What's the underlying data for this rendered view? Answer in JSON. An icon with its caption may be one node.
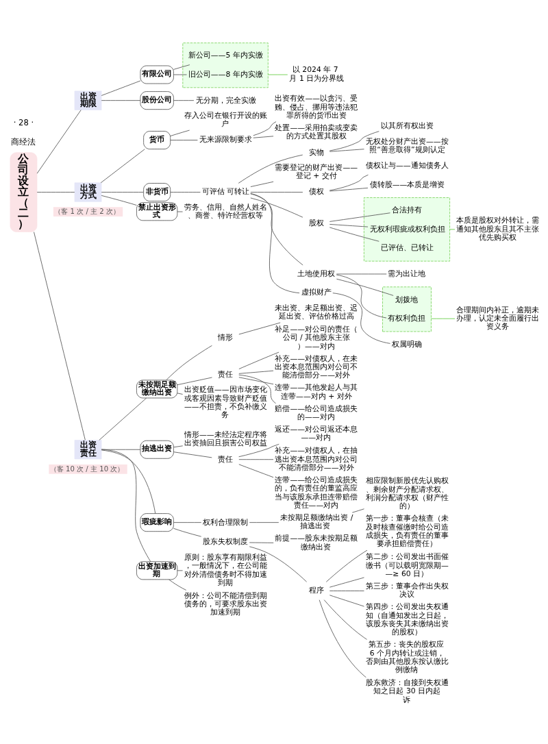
{
  "diagram": {
    "nodes": [
      {
        "text": [
          "公司设立（二）"
        ]
      },
      {
        "text": [
          "出资期限"
        ]
      },
      {
        "text": [
          "有限公司"
        ]
      },
      {
        "text": [],
        "shape": "box"
      },
      {
        "text": [
          "新公司——5 年内实缴"
        ],
        "in": 3
      },
      {
        "text": [
          "旧公司——8 年内实缴"
        ],
        "in": 3
      },
      {
        "text": [
          "以 2024 年 7 月 1 日为分界线"
        ]
      },
      {
        "text": [
          "股份公司"
        ]
      },
      {
        "text": [
          "无分期，完全实缴"
        ]
      },
      {
        "text": [
          "出资方式"
        ],
        "beside": [
          "（客 1 次 / 主 2 次）"
        ]
      },
      {
        "text": [
          "货币"
        ]
      },
      {
        "text": [
          "存入公司在银行开设的账户"
        ]
      },
      {
        "text": [
          "无来源限制要求"
        ]
      },
      {
        "text": [
          "出资有效——以贪污、受贿、侵占、挪用等违法犯罪所得的货币出资"
        ]
      },
      {
        "text": [
          "处置——采用拍卖或变卖的方式处置其股权"
        ]
      },
      {
        "text": [
          "非货币"
        ]
      },
      {
        "text": [
          "可评估 可转让"
        ]
      },
      {
        "text": [
          "实物"
        ]
      },
      {
        "text": [
          "以其所有权出资"
        ]
      },
      {
        "text": [
          "无权处分财产出资——按照“善意取得”规则认定"
        ]
      },
      {
        "text": [
          "需要登记的财产出资——登记 + 交付"
        ]
      },
      {
        "text": [
          "债权"
        ]
      },
      {
        "text": [
          "债权让与——通知债务人"
        ]
      },
      {
        "text": [
          "债转股——本质是增资"
        ]
      },
      {
        "text": [
          "股权"
        ]
      },
      {
        "text": [],
        "shape": "box"
      },
      {
        "text": [
          "合法持有"
        ],
        "in": 25
      },
      {
        "text": [
          "无权利瑕疵或权利负担"
        ],
        "in": 25
      },
      {
        "text": [
          "已评估、已转让"
        ],
        "in": 25
      },
      {
        "text": [
          "本质是股权对外转让，需通知其他股东且其不主张优先购买权"
        ]
      },
      {
        "text": [
          "土地使用权"
        ]
      },
      {
        "text": [
          "需为出让地"
        ]
      },
      {
        "text": [],
        "shape": "box"
      },
      {
        "text": [
          "划拨地"
        ],
        "in": 32
      },
      {
        "text": [
          "有权利负担"
        ],
        "in": 32
      },
      {
        "text": [
          "合理期间内补正，逾期未办理，认定未全面履行出资义务"
        ]
      },
      {
        "text": [
          "虚拟财产"
        ]
      },
      {
        "text": [
          "权属明确"
        ]
      },
      {
        "text": [
          "禁止出资形式"
        ]
      },
      {
        "text": [
          "劳务、信用、自然人姓名、商誉、特许经营权等"
        ]
      },
      {
        "text": [
          "出资责任"
        ],
        "beside": [
          "（客 10 次 / 主 10 次）"
        ]
      },
      {
        "text": [
          "未按期足额缴纳出资"
        ]
      },
      {
        "text": [
          "情形"
        ]
      },
      {
        "text": [
          "未出资、未足额出资、迟延出资、评估价格过高"
        ]
      },
      {
        "text": [
          "责任"
        ]
      },
      {
        "text": [
          "补足——对公司的责任（公司 / 其他股东主张）——对内"
        ]
      },
      {
        "text": [
          "补充——对债权人，在未出资本息范围内对公司不能清偿部分——对外"
        ]
      },
      {
        "text": [
          "连带——其他发起人与其连带——对内 + 对外"
        ]
      },
      {
        "text": [
          "赔偿——给公司造成损失的——对内"
        ]
      },
      {
        "text": [
          "出资贬值——因市场变化或客观因素导致财产贬值——不担责，不负补缴义务"
        ]
      },
      {
        "text": [
          "抽逃出资"
        ]
      },
      {
        "text": [
          "情形——未经法定程序将出资抽回且损害公司权益"
        ]
      },
      {
        "text": [
          "责任"
        ]
      },
      {
        "text": [
          "返还——对公司返还本息——对内"
        ]
      },
      {
        "text": [
          "补充——对债权人，在抽逃出资本息范围内对公司不能清偿部分——对外"
        ]
      },
      {
        "text": [
          "连带——给公司造成损失的，负有责任的董监高应当与该股东承担连带赔偿责任——对内"
        ]
      },
      {
        "text": [
          "瑕疵影响"
        ]
      },
      {
        "text": [
          "权利合理限制"
        ]
      },
      {
        "text": [
          "未按期足额缴纳出资 / 抽逃出资"
        ]
      },
      {
        "text": [
          "相应限制新股优先认购权、剩余财产分配请求权、利润分配请求权（财产性的）"
        ]
      },
      {
        "text": [
          "股东失权制度"
        ]
      },
      {
        "text": [
          "前提——股东未按期足额缴纳出资"
        ]
      },
      {
        "text": [
          "程序"
        ]
      },
      {
        "text": [
          "第一步：董事会核查（未及时核查催缴时给公司造成损失，负有责任的董事要承担赔偿责任）"
        ]
      },
      {
        "text": [
          "第二步：公司发出书面催缴书（可以载明宽限期——≥ 60 日）"
        ]
      },
      {
        "text": [
          "第三步：董事会作出失权决议"
        ]
      },
      {
        "text": [
          "第四步：公司发出失权通知（自通知发出之日起，该股东丧失其未缴纳出资的股权）"
        ]
      },
      {
        "text": [
          "第五步：丧失的股权应 6 个月内转让或注销，否则由其他股东按认缴比例缴纳"
        ]
      },
      {
        "text": [
          "股东救济：自接到失权通知之日起 30 日内起诉"
        ]
      },
      {
        "text": [
          "出资加速到期"
        ]
      },
      {
        "text": [
          "原则：股东享有期限利益，一般情况下，在公司能对外清偿债务时不得加速到期"
        ]
      },
      {
        "text": [
          "例外：公司不能清偿到期债务的，可要求股东出资加速到期"
        ]
      }
    ],
    "edges": [
      {
        "from": 0,
        "to": 1,
        "arrow": "none"
      },
      {
        "from": 1,
        "to": 2,
        "arrow": "none"
      },
      {
        "from": 2,
        "to": 4,
        "arrow": "none"
      },
      {
        "from": 2,
        "to": 5,
        "arrow": "none"
      },
      {
        "from": 3,
        "to": 6,
        "arrow": "none",
        "color": "#66cc44"
      },
      {
        "from": 1,
        "to": 7,
        "arrow": "none"
      },
      {
        "from": 7,
        "to": 8,
        "arrow": "none"
      },
      {
        "from": 0,
        "to": 9,
        "arrow": "none"
      },
      {
        "from": 9,
        "to": 10,
        "arrow": "none"
      },
      {
        "from": 10,
        "to": 11,
        "arrow": "none"
      },
      {
        "from": 10,
        "to": 12,
        "arrow": "none"
      },
      {
        "from": 12,
        "to": 13,
        "arrow": "none"
      },
      {
        "from": 12,
        "to": 14,
        "arrow": "none"
      },
      {
        "from": 9,
        "to": 15,
        "arrow": "none"
      },
      {
        "from": 15,
        "to": 16,
        "arrow": "none"
      },
      {
        "from": 16,
        "to": 17,
        "arrow": "none"
      },
      {
        "from": 17,
        "to": 18,
        "arrow": "none"
      },
      {
        "from": 17,
        "to": 19,
        "arrow": "none"
      },
      {
        "from": 16,
        "to": 20,
        "arrow": "none"
      },
      {
        "from": 16,
        "to": 21,
        "arrow": "none"
      },
      {
        "from": 21,
        "to": 22,
        "arrow": "none"
      },
      {
        "from": 21,
        "to": 23,
        "arrow": "none"
      },
      {
        "from": 16,
        "to": 24,
        "arrow": "none"
      },
      {
        "from": 24,
        "to": 26,
        "arrow": "none"
      },
      {
        "from": 24,
        "to": 27,
        "arrow": "none"
      },
      {
        "from": 24,
        "to": 28,
        "arrow": "none"
      },
      {
        "from": 25,
        "to": 29,
        "arrow": "none",
        "color": "#66cc44"
      },
      {
        "from": 16,
        "to": 30,
        "arrow": "none"
      },
      {
        "from": 30,
        "to": 31,
        "arrow": "none"
      },
      {
        "from": 30,
        "to": 33,
        "arrow": "none"
      },
      {
        "from": 30,
        "to": 34,
        "arrow": "none"
      },
      {
        "from": 32,
        "to": 35,
        "arrow": "none",
        "color": "#66cc44"
      },
      {
        "from": 16,
        "to": 36,
        "arrow": "none"
      },
      {
        "from": 36,
        "to": 37,
        "arrow": "none"
      },
      {
        "from": 9,
        "to": 38,
        "arrow": "none"
      },
      {
        "from": 38,
        "to": 39,
        "arrow": "none"
      },
      {
        "from": 0,
        "to": 40,
        "arrow": "none"
      },
      {
        "from": 40,
        "to": 41,
        "arrow": "none"
      },
      {
        "from": 41,
        "to": 42,
        "arrow": "none"
      },
      {
        "from": 42,
        "to": 43,
        "arrow": "none"
      },
      {
        "from": 41,
        "to": 44,
        "arrow": "none"
      },
      {
        "from": 44,
        "to": 45,
        "arrow": "none"
      },
      {
        "from": 44,
        "to": 46,
        "arrow": "none"
      },
      {
        "from": 44,
        "to": 47,
        "arrow": "none"
      },
      {
        "from": 44,
        "to": 48,
        "arrow": "none"
      },
      {
        "from": 41,
        "to": 49,
        "arrow": "none"
      },
      {
        "from": 40,
        "to": 50,
        "arrow": "none"
      },
      {
        "from": 50,
        "to": 51,
        "arrow": "none"
      },
      {
        "from": 50,
        "to": 52,
        "arrow": "none"
      },
      {
        "from": 52,
        "to": 53,
        "arrow": "none"
      },
      {
        "from": 52,
        "to": 54,
        "arrow": "none"
      },
      {
        "from": 52,
        "to": 55,
        "arrow": "none"
      },
      {
        "from": 40,
        "to": 56,
        "arrow": "none"
      },
      {
        "from": 56,
        "to": 57,
        "arrow": "none"
      },
      {
        "from": 57,
        "to": 58,
        "arrow": "none"
      },
      {
        "from": 58,
        "to": 59,
        "arrow": "none"
      },
      {
        "from": 56,
        "to": 60,
        "arrow": "none"
      },
      {
        "from": 60,
        "to": 61,
        "arrow": "none"
      },
      {
        "from": 60,
        "to": 62,
        "arrow": "none"
      },
      {
        "from": 62,
        "to": 63,
        "arrow": "none"
      },
      {
        "from": 62,
        "to": 64,
        "arrow": "none"
      },
      {
        "from": 62,
        "to": 65,
        "arrow": "none"
      },
      {
        "from": 62,
        "to": 66,
        "arrow": "none"
      },
      {
        "from": 62,
        "to": 67,
        "arrow": "none"
      },
      {
        "from": 62,
        "to": 68,
        "arrow": "none"
      },
      {
        "from": 40,
        "to": 69,
        "arrow": "none"
      },
      {
        "from": 69,
        "to": 70,
        "arrow": "none"
      },
      {
        "from": 69,
        "to": 71,
        "arrow": "none"
      }
    ],
    "labels": [
      "商经法",
      "· 28 ·"
    ]
  }
}
